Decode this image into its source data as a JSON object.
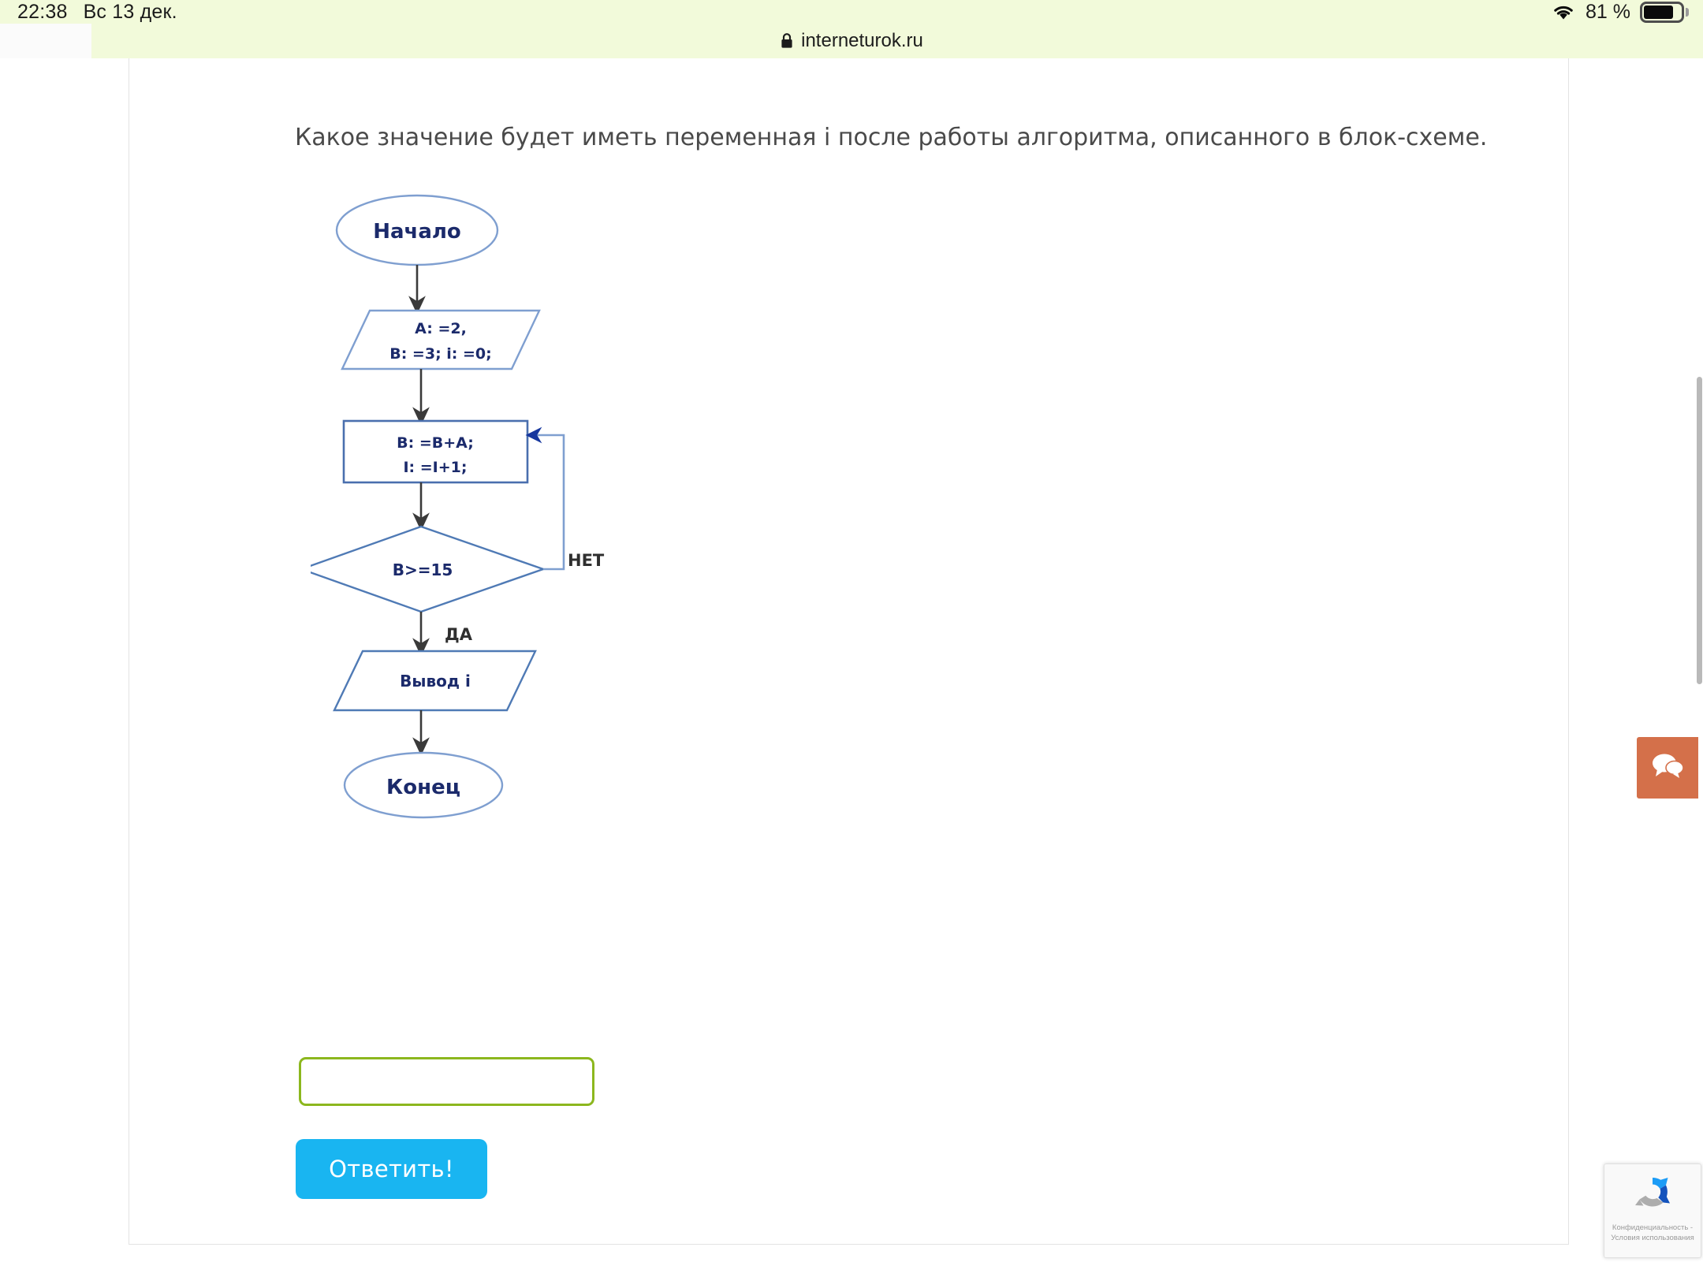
{
  "status_bar": {
    "time": "22:38",
    "date": "Вс 13 дек.",
    "wifi_icon": "wifi-icon",
    "battery_percent": "81 %",
    "battery_icon": "battery-icon",
    "background": "#f2fada"
  },
  "browser": {
    "lock_icon": "lock-icon",
    "url": "interneturok.ru"
  },
  "card": {
    "accent_color": "#72a603"
  },
  "question": {
    "text": "Какое значение будет иметь переменная i после работы алгоритма, описанного в блок-схеме."
  },
  "flowchart": {
    "stroke_color": "#6f8fc4",
    "text_color": "#1b2a6b",
    "nodes": {
      "start": "Начало",
      "init_line1": "A: =2,",
      "init_line2": "B: =3; i: =0;",
      "process_line1": "B: =B+A;",
      "process_line2": "I: =I+1;",
      "decision": "B>=15",
      "output": "Вывод i",
      "end": "Конец"
    },
    "labels": {
      "no": "НЕТ",
      "yes": "ДА"
    }
  },
  "answer": {
    "input_value": "",
    "input_placeholder": "",
    "submit_label": "Ответить!",
    "input_border_color": "#8cb71e",
    "button_color": "#19b5f1"
  },
  "widgets": {
    "chat_icon": "chat-bubble-icon",
    "chat_color": "#d4704a",
    "recaptcha_icon": "recaptcha-icon",
    "recaptcha_privacy": "Конфиденциальность -",
    "recaptcha_terms": "Условия использования"
  }
}
